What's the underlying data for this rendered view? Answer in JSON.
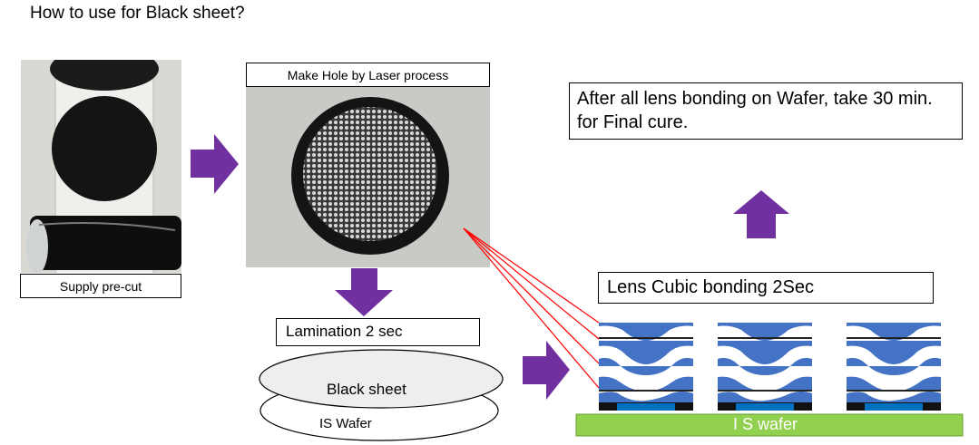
{
  "title": "How to use for Black sheet?",
  "steps": {
    "supply": "Supply pre-cut",
    "laser": "Make Hole by Laser process",
    "lamination": "Lamination  2 sec",
    "bonding": "Lens Cubic bonding  2Sec",
    "final": "After all lens bonding on Wafer, take 30 min. for Final cure."
  },
  "ellipses": {
    "black_sheet": "Black sheet",
    "is_wafer": "IS Wafer"
  },
  "wafer_bar": "I S wafer",
  "colors": {
    "arrow": "#7030a0",
    "lens": "#4472c4",
    "wafer_bar": "#92d050",
    "pad": "#0070c0",
    "link_lines": "#ff0000",
    "ellipse_fill": "#eeeeee"
  },
  "icons": {
    "arrow": "block-arrow"
  }
}
